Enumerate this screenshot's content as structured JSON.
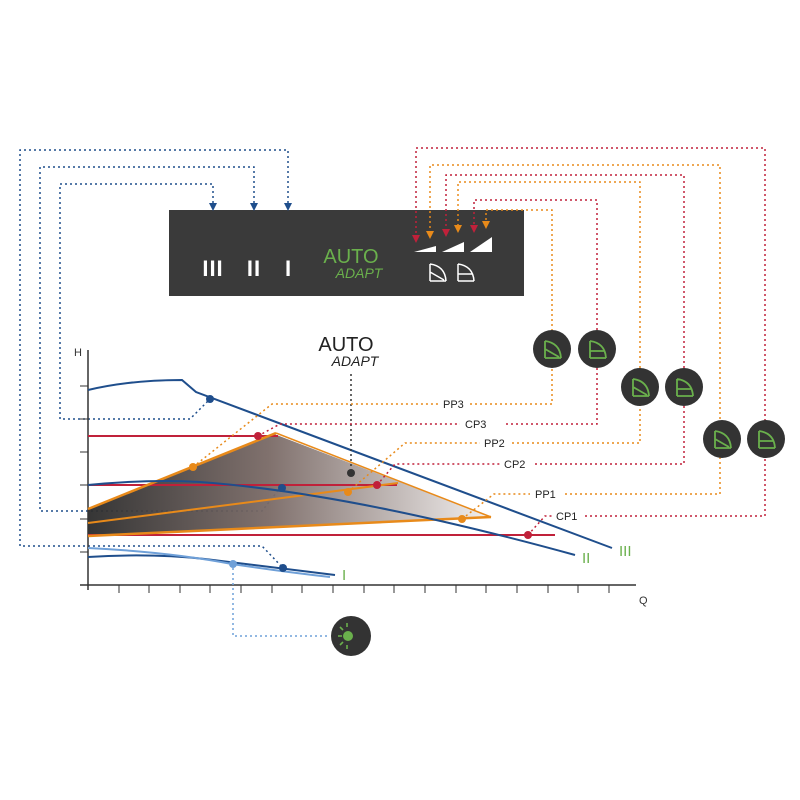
{
  "panel": {
    "mode_iii": "III",
    "mode_ii": "II",
    "mode_i": "I",
    "auto": "AUTO",
    "adapt": "ADAPT"
  },
  "center_auto": "AUTO",
  "center_adapt": "ADAPT",
  "axes": {
    "y": "H",
    "x": "Q"
  },
  "curve_labels": {
    "pp3": "PP3",
    "cp3": "CP3",
    "pp2": "PP2",
    "cp2": "CP2",
    "pp1": "PP1",
    "cp1": "CP1"
  },
  "speed_labels": {
    "iii": "III",
    "ii": "II",
    "i": "I"
  },
  "colors": {
    "panel_bg": "#3a3a3a",
    "green": "#6ab04c",
    "navy": "#1f4e8c",
    "light_blue": "#6fa0d8",
    "orange": "#e88a1a",
    "red": "#c0213a",
    "dark": "#333333"
  },
  "icons": {
    "proportional_pressure": "proportional-pressure-icon",
    "constant_pressure": "constant-pressure-icon",
    "night_mode": "night-mode-icon"
  }
}
